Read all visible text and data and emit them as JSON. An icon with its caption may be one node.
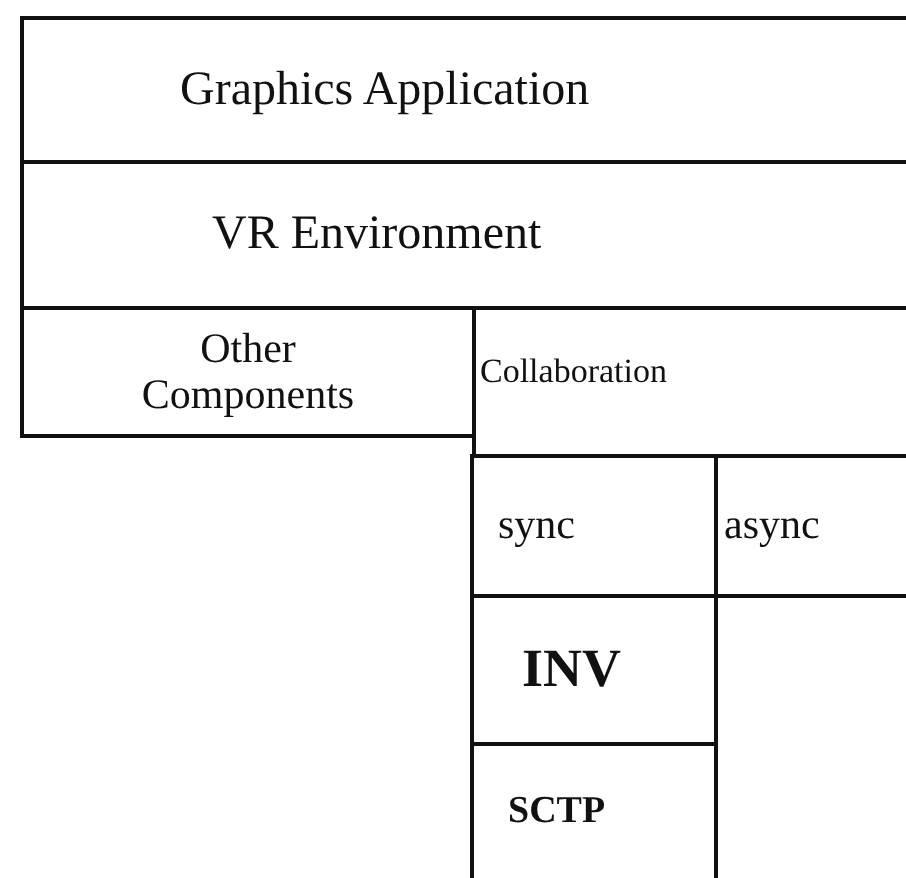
{
  "diagram": {
    "nodes": [
      {
        "text": [
          "Graphics Application"
        ]
      },
      {
        "text": [
          "VR Environment"
        ]
      },
      {
        "text": [
          "Other Components"
        ]
      },
      {
        "text": [
          "Collaboration"
        ]
      },
      {
        "text": [
          "sync"
        ]
      },
      {
        "text": [
          "async"
        ]
      },
      {
        "text": [
          "INV"
        ]
      },
      {
        "text": [
          "SCTP"
        ]
      }
    ]
  }
}
